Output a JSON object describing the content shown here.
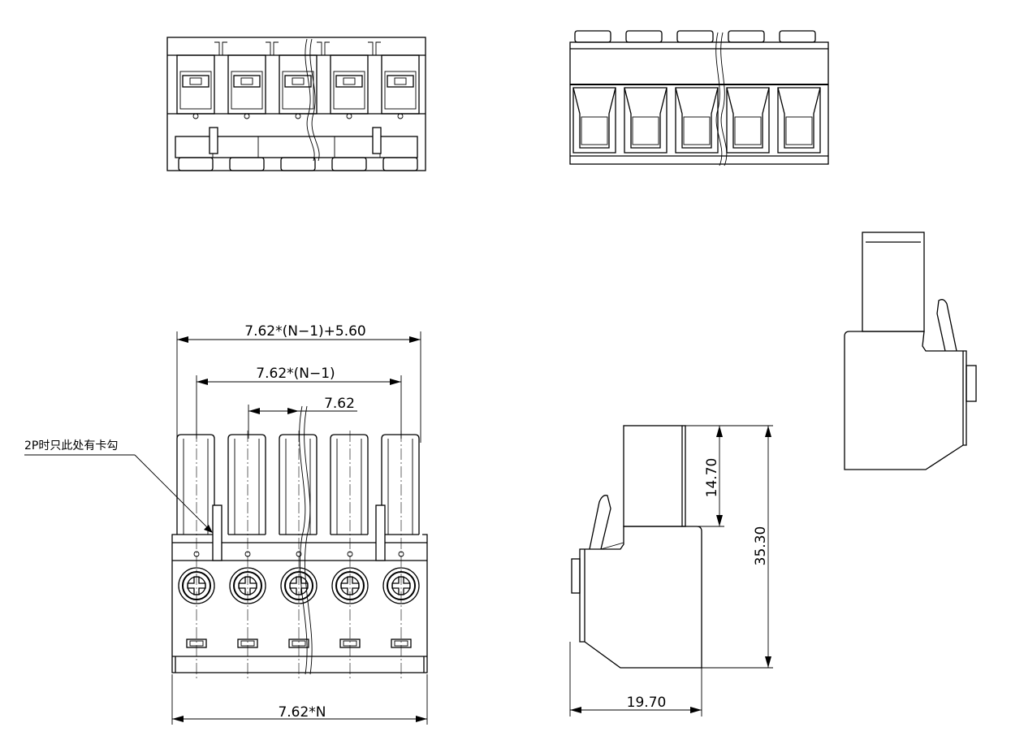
{
  "dimensions": {
    "overall_width": "7.62*(N−1)+5.60",
    "pitch_span": "7.62*(N−1)",
    "pitch": "7.62",
    "base_width": "7.62*N",
    "head_height": "14.70",
    "total_height": "35.30",
    "depth": "19.70"
  },
  "note": "2P时只此处有卡勾"
}
